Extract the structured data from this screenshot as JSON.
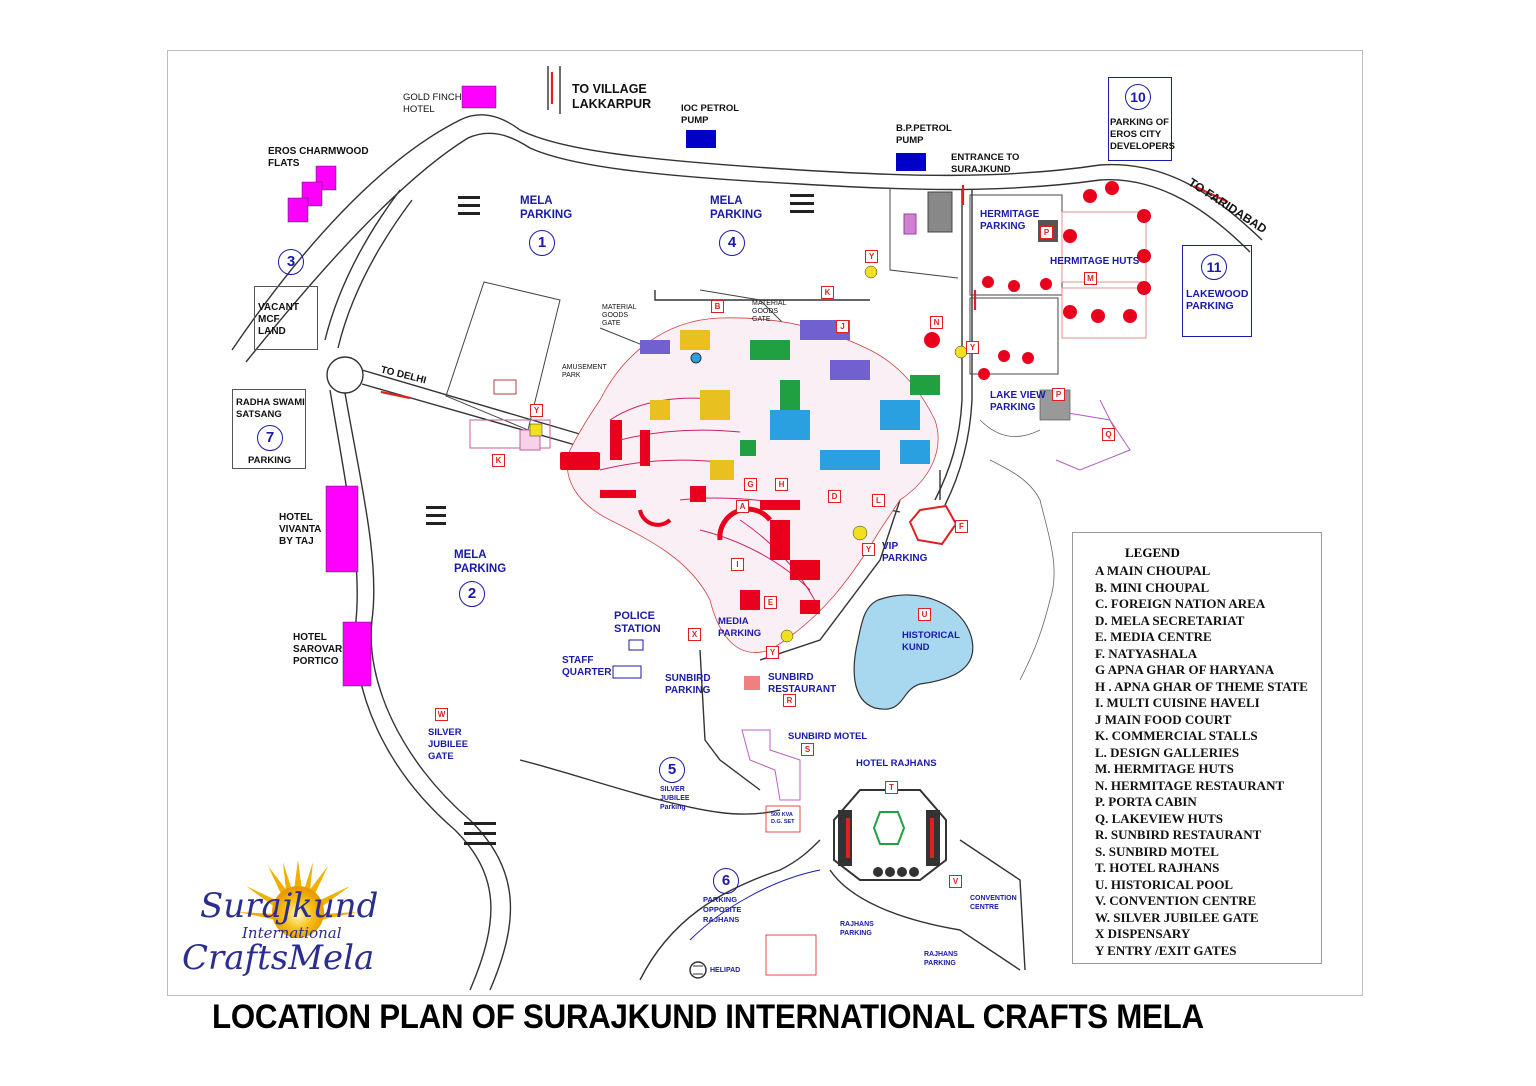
{
  "title": "LOCATION  PLAN OF SURAJKUND INTERNATIONAL CRAFTS MELA",
  "roads": {
    "to_village": "TO VILLAGE\nLAKKARPUR",
    "to_delhi": "TO DELHI",
    "to_faridabad": "TO FARIDABAD",
    "entrance": "ENTRANCE TO\nSURAJKUND"
  },
  "landmarks": {
    "gold_finch": "GOLD FINCH\nHOTEL",
    "eros_charmwood": "EROS CHARMWOOD\nFLATS",
    "vacant_mcf": "VACANT\nMCF\nLAND",
    "radha_swami": "RADHA SWAMI\nSATSANG",
    "radha_parking": "PARKING",
    "hotel_vivanta": "HOTEL\nVIVANTA\nBY TAJ",
    "hotel_sarovar": "HOTEL\nSAROVAR\nPORTICO",
    "ioc_pump": "IOC PETROL\nPUMP",
    "bp_pump": "B.P.PETROL\nPUMP",
    "parking_eros": "PARKING OF\nEROS CITY\nDEVELOPERS",
    "lakewood": "LAKEWOOD\nPARKING",
    "hermitage_parking": "HERMITAGE\nPARKING",
    "hermitage_huts": "HERMITAGE HUTS",
    "lake_view": "LAKE VIEW\nPARKING",
    "material_gate_1": "MATERIAL\nGOODS\nGATE",
    "material_gate_2": "MATERIAL\nGOODS\nGATE",
    "amusement": "AMUSEMENT\nPARK",
    "vip_parking": "VIP\nPARKING",
    "police": "POLICE\nSTATION",
    "staff": "STAFF\nQUARTER",
    "media_parking": "MEDIA\nPARKING",
    "sunbird_parking": "SUNBIRD\nPARKING",
    "sunbird_restaurant": "SUNBIRD\nRESTAURANT",
    "sunbird_motel": "SUNBIRD MOTEL",
    "historical_kund": "HISTORICAL\nKUND",
    "silver_gate": "SILVER\nJUBILEE\nGATE",
    "silver_parking": "SILVER\nJUBILEE\nParking",
    "hotel_rajhans": "HOTEL RAJHANS",
    "parking_opposite": "PARKING\nOPPOSITE\nRAJHANS",
    "convention": "CONVENTION\nCENTRE",
    "rajhans_parking_1": "RAJHANS\nPARKING",
    "rajhans_parking_2": "RAJHANS\nPARKING",
    "helipad": "HELIPAD",
    "dg_set": "500 KVA\nD.G. SET"
  },
  "mela_parking": {
    "label": "MELA\nPARKING",
    "p1": "1",
    "p2": "2",
    "p4": "4"
  },
  "parking_numbers": {
    "n3": "3",
    "n5": "5",
    "n6": "6",
    "n7": "7",
    "n10": "10",
    "n11": "11"
  },
  "codes": {
    "K": "K",
    "J": "J",
    "N": "N",
    "M": "M",
    "P": "P",
    "Q": "Q",
    "F": "F",
    "D": "D",
    "L": "L",
    "G": "G",
    "H": "H",
    "I": "I",
    "E": "E",
    "X": "X",
    "R": "R",
    "S": "S",
    "T": "T",
    "U": "U",
    "V": "V",
    "W": "W",
    "Y": "Y",
    "B": "B",
    "A": "A"
  },
  "legend": {
    "title": "LEGEND",
    "items": [
      "A    MAIN CHOUPAL",
      "B.   MINI CHOUPAL",
      "C.   FOREIGN NATION AREA",
      "D.   MELA SECRETARIAT",
      "E.     MEDIA CENTRE",
      "F.     NATYASHALA",
      "G     APNA GHAR OF HARYANA",
      "H .  APNA GHAR OF THEME STATE",
      "I.    MULTI CUISINE HAVELI",
      "J   MAIN FOOD COURT",
      "K.   COMMERCIAL STALLS",
      "L.  DESIGN GALLERIES",
      "M.   HERMITAGE HUTS",
      "N.  HERMITAGE RESTAURANT",
      "P.  PORTA CABIN",
      "Q. LAKEVIEW HUTS",
      "R. SUNBIRD RESTAURANT",
      "S. SUNBIRD MOTEL",
      "T. HOTEL RAJHANS",
      "U. HISTORICAL POOL",
      "V. CONVENTION CENTRE",
      "W. SILVER JUBILEE GATE",
      "X  DISPENSARY",
      "Y ENTRY /EXIT GATES"
    ]
  },
  "logo": {
    "line1": "Surajkund",
    "line2": "International",
    "line3": "CraftsMela"
  },
  "colors": {
    "road": "#333333",
    "label_blue": "#1a1aa8",
    "magenta": "#ff00ff",
    "navy": "#0000c8",
    "code_red": "#e02020",
    "lake": "#a8d8f0",
    "hut_red": "#e8001c"
  }
}
